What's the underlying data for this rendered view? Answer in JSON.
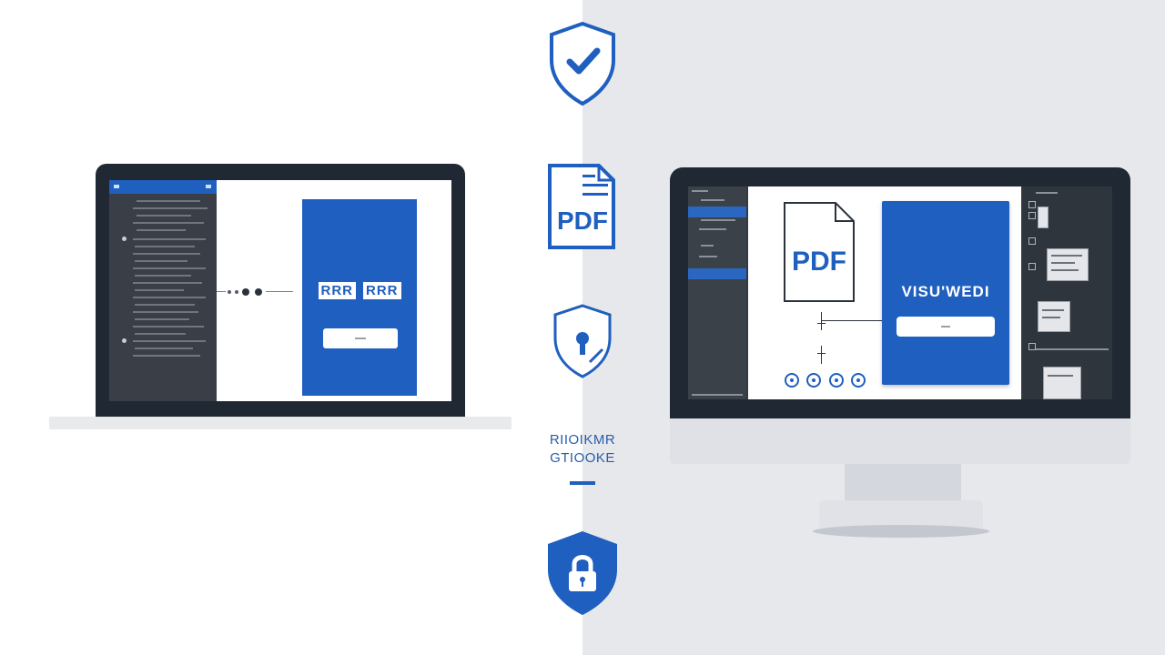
{
  "center": {
    "caption_line1": "RIIOIKMR",
    "caption_line2": "GTIOOKE",
    "icons": [
      "shield-check-icon",
      "pdf-document-icon",
      "shield-key-icon",
      "shield-lock-icon"
    ]
  },
  "laptop": {
    "card_text_left": "RRR",
    "card_text_right": "RRR"
  },
  "monitor": {
    "pdf_label": "PDF",
    "card_text": "VISU'WEDI"
  },
  "colors": {
    "accent": "#1f5fbf",
    "dark": "#1f2833",
    "bg_right": "#e7e8eb"
  }
}
